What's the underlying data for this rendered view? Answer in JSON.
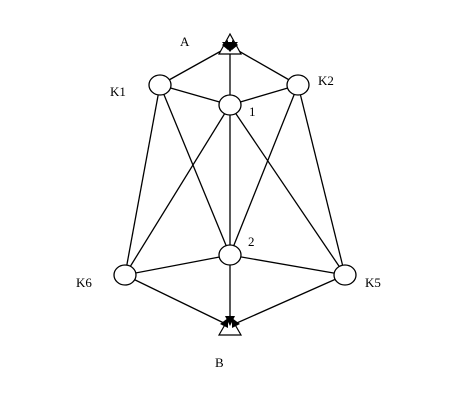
{
  "diagram": {
    "anchors": {
      "A": {
        "label": "A"
      },
      "B": {
        "label": "B"
      }
    },
    "nodes": {
      "K1": {
        "label": "K1"
      },
      "K2": {
        "label": "K2"
      },
      "K5": {
        "label": "K5"
      },
      "K6": {
        "label": "K6"
      },
      "N1": {
        "label": "1"
      },
      "N2": {
        "label": "2"
      }
    },
    "edges": [
      [
        "A",
        "K1"
      ],
      [
        "A",
        "K2"
      ],
      [
        "A",
        "N1"
      ],
      [
        "K1",
        "N1"
      ],
      [
        "N1",
        "K2"
      ],
      [
        "K1",
        "K6"
      ],
      [
        "K1",
        "N2"
      ],
      [
        "K2",
        "K5"
      ],
      [
        "K2",
        "N2"
      ],
      [
        "N1",
        "K6"
      ],
      [
        "N1",
        "N2"
      ],
      [
        "N1",
        "K5"
      ],
      [
        "K6",
        "N2"
      ],
      [
        "N2",
        "K5"
      ],
      [
        "K6",
        "B"
      ],
      [
        "N2",
        "B"
      ],
      [
        "K5",
        "B"
      ]
    ]
  }
}
